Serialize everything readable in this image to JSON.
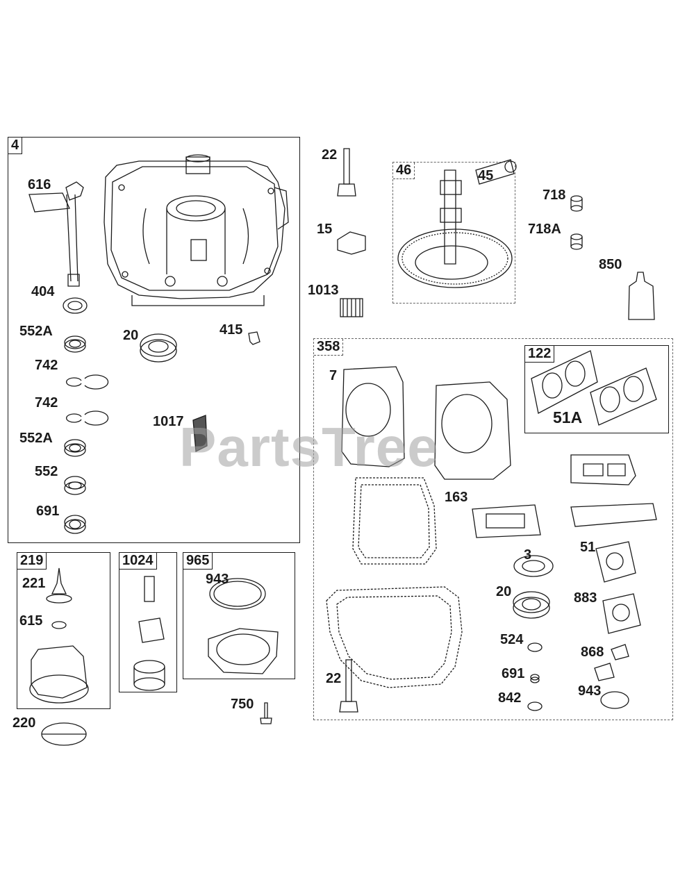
{
  "watermark": "PartsTree",
  "boxes": {
    "b4": "4",
    "b46": "46",
    "b358": "358",
    "b122": "122",
    "b219": "219",
    "b1024": "1024",
    "b965": "965"
  },
  "labels": {
    "l616": "616",
    "l404": "404",
    "l552a_1": "552A",
    "l742_1": "742",
    "l742_2": "742",
    "l552a_2": "552A",
    "l552": "552",
    "l691_1": "691",
    "l20_1": "20",
    "l415": "415",
    "l1017": "1017",
    "l22_1": "22",
    "l15": "15",
    "l1013": "1013",
    "l45": "45",
    "l718": "718",
    "l718a": "718A",
    "l850": "850",
    "l7": "7",
    "l51a": "51A",
    "l163": "163",
    "l3": "3",
    "l51": "51",
    "l20_2": "20",
    "l883": "883",
    "l524": "524",
    "l868": "868",
    "l691_2": "691",
    "l22_2": "22",
    "l842": "842",
    "l943_2": "943",
    "l221": "221",
    "l615": "615",
    "l220": "220",
    "l943_1": "943",
    "l750": "750"
  }
}
